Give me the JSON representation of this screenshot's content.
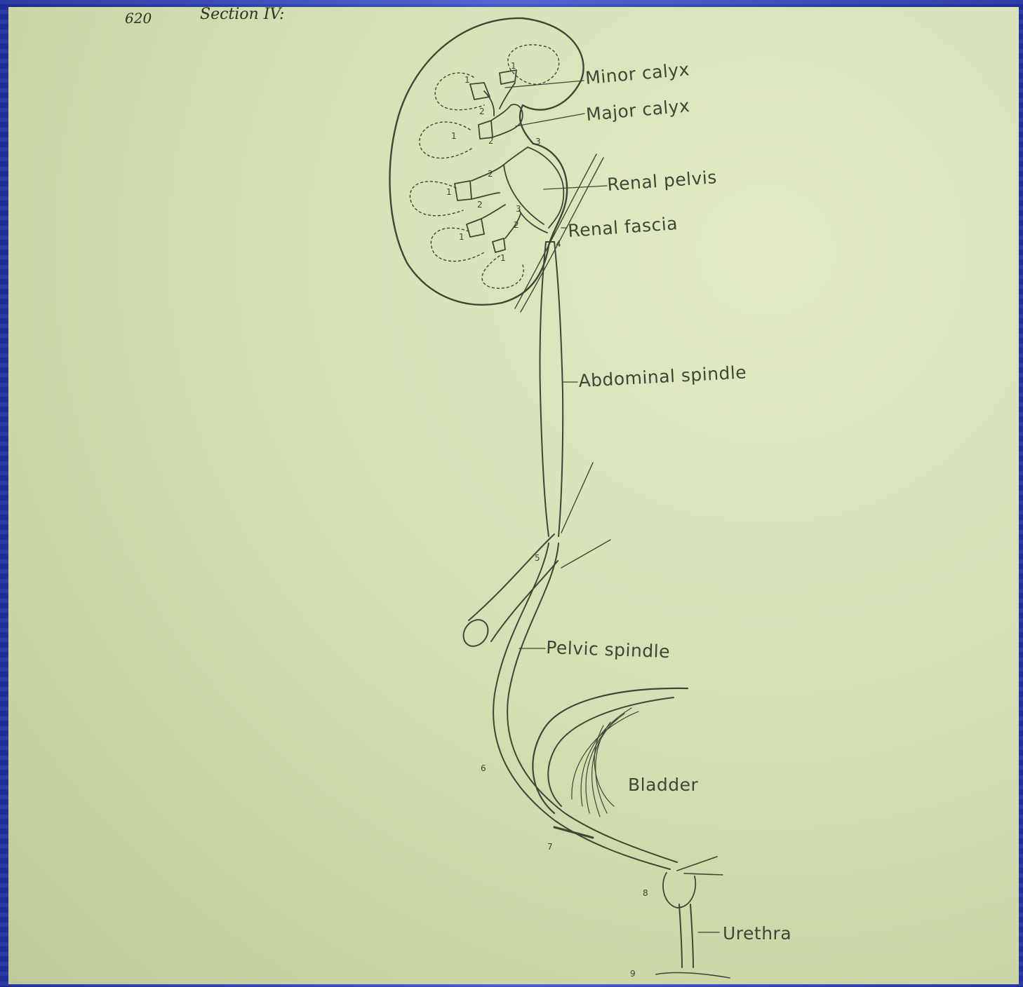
{
  "header": {
    "page_number": "620",
    "section": "Section IV:"
  },
  "labels": {
    "minor_calyx": "Minor calyx",
    "major_calyx": "Major calyx",
    "renal_pelvis": "Renal pelvis",
    "renal_fascia": "Renal fascia",
    "abdominal_spindle": "Abdominal spindle",
    "pelvic_spindle": "Pelvic spindle",
    "bladder": "Bladder",
    "urethra": "Urethra"
  },
  "markers": {
    "m1": "1",
    "m2": "2",
    "m3": "3",
    "m4": "4",
    "m5": "5",
    "m6": "6",
    "m7": "7",
    "m8": "8",
    "m9": "9"
  },
  "colors": {
    "paper": "#d5e0b4",
    "ink": "#3e4636",
    "frame": "#2c3aa6"
  }
}
